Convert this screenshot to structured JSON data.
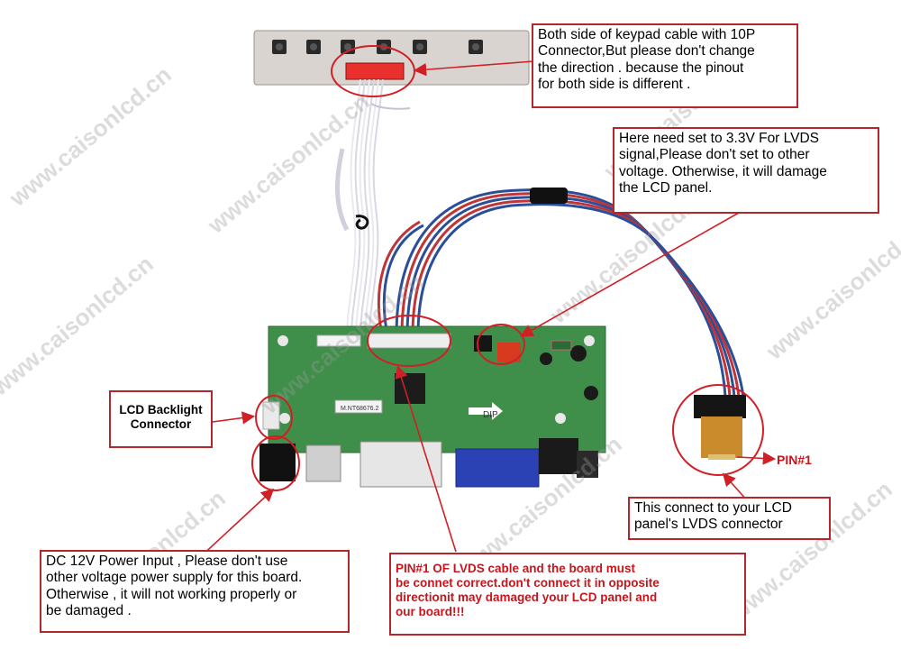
{
  "watermark": "www.caisonlcd.cn",
  "callouts": {
    "keypad": {
      "lines": [
        "Both side of keypad cable with 10P",
        "Connector,But please don't change",
        "the direction . because the pinout",
        "for both side is different ."
      ]
    },
    "voltage": {
      "lines": [
        "Here need set to 3.3V For LVDS",
        "signal,Please don't set to other",
        "voltage. Otherwise, it will damage",
        "the LCD panel."
      ]
    },
    "backlight": {
      "lines": [
        "LCD Backlight",
        "Connector"
      ]
    },
    "lcd_connect": {
      "lines": [
        "This connect to your LCD",
        "panel's LVDS connector"
      ]
    },
    "power": {
      "lines": [
        "DC 12V Power Input , Please don't use",
        "other voltage power supply for this board.",
        "Otherwise , it will not working properly or",
        "be damaged ."
      ]
    },
    "pin1_warning": {
      "lines": [
        "PIN#1 OF LVDS cable and the board must",
        "be connet correct.don't connect it in opposite",
        "directionit may damaged your LCD panel and",
        "our board!!!"
      ]
    }
  },
  "labels": {
    "pin1": "PIN#1",
    "dip": "DIP",
    "board_model": "M.NT68676.2"
  },
  "colors": {
    "callout_border": "#b5262b",
    "arrow": "#d11f26",
    "pcb_green": "#3f8f4a",
    "cable_red": "#c03535",
    "cable_blue": "#2a4f9a"
  }
}
